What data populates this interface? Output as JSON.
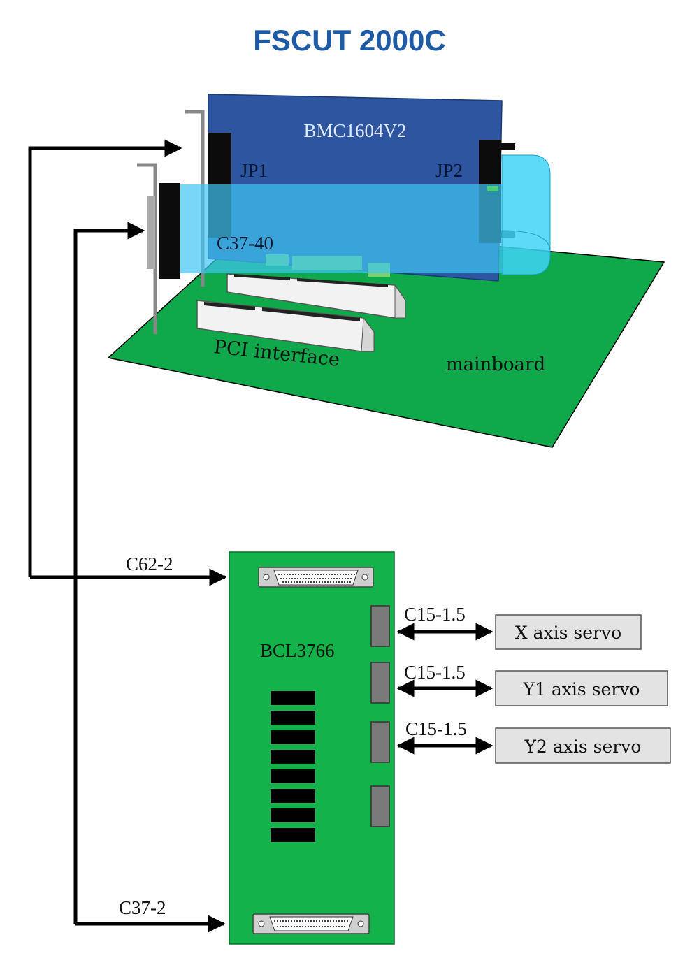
{
  "title": "FSCUT 2000C",
  "labels": {
    "card": "BMC1604V2",
    "jp1": "JP1",
    "jp2": "JP2",
    "cable_c37_40": "C37-40",
    "pci": "PCI interface",
    "mainboard": "mainboard",
    "cable_c62": "C62-2",
    "cable_c37_2": "C37-2",
    "terminal_board": "BCL3766"
  },
  "servo_links": [
    {
      "cable": "C15-1.5",
      "device": "X axis servo"
    },
    {
      "cable": "C15-1.5",
      "device": "Y1 axis servo"
    },
    {
      "cable": "C15-1.5",
      "device": "Y2 axis servo"
    }
  ],
  "colors": {
    "title": "#1f5aa6",
    "card_blue": "#2d55a0",
    "cable_cyan": "#3fc6f2",
    "board_green": "#0fa84a",
    "terminal_green": "#14b24a",
    "servo_box": "#e3e3e3"
  }
}
